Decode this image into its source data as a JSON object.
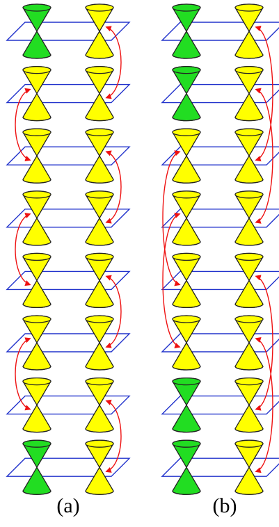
{
  "figure": {
    "panels": [
      {
        "label": "(a)",
        "layers": [
          {
            "left": "green",
            "right": "yellow"
          },
          {
            "left": "yellow",
            "right": "yellow"
          },
          {
            "left": "yellow",
            "right": "yellow"
          },
          {
            "left": "yellow",
            "right": "yellow"
          },
          {
            "left": "yellow",
            "right": "yellow"
          },
          {
            "left": "yellow",
            "right": "yellow"
          },
          {
            "left": "yellow",
            "right": "yellow"
          },
          {
            "left": "green",
            "right": "yellow"
          }
        ],
        "arrows": [
          {
            "column": "right",
            "from_layer": 1,
            "to_layer": 2
          },
          {
            "column": "left",
            "from_layer": 2,
            "to_layer": 3
          },
          {
            "column": "right",
            "from_layer": 3,
            "to_layer": 4
          },
          {
            "column": "left",
            "from_layer": 4,
            "to_layer": 5
          },
          {
            "column": "right",
            "from_layer": 5,
            "to_layer": 6
          },
          {
            "column": "left",
            "from_layer": 6,
            "to_layer": 7
          },
          {
            "column": "right",
            "from_layer": 7,
            "to_layer": 8
          }
        ]
      },
      {
        "label": "(b)",
        "layers": [
          {
            "left": "green",
            "right": "yellow"
          },
          {
            "left": "green",
            "right": "yellow"
          },
          {
            "left": "yellow",
            "right": "yellow"
          },
          {
            "left": "yellow",
            "right": "yellow"
          },
          {
            "left": "yellow",
            "right": "yellow"
          },
          {
            "left": "yellow",
            "right": "yellow"
          },
          {
            "left": "green",
            "right": "yellow"
          },
          {
            "left": "green",
            "right": "yellow"
          }
        ],
        "arrows": [
          {
            "column": "right",
            "from_layer": 1,
            "to_layer": 3
          },
          {
            "column": "right",
            "from_layer": 2,
            "to_layer": 4
          },
          {
            "column": "left",
            "from_layer": 3,
            "to_layer": 5
          },
          {
            "column": "left",
            "from_layer": 4,
            "to_layer": 6
          },
          {
            "column": "right",
            "from_layer": 5,
            "to_layer": 7
          },
          {
            "column": "right",
            "from_layer": 6,
            "to_layer": 8
          }
        ]
      }
    ],
    "colors": {
      "yellow_cone": "#FFFF00",
      "green_cone": "#22DD22",
      "plane": "#2233CC",
      "arrow": "#EE1111",
      "outline": "#222222"
    }
  }
}
